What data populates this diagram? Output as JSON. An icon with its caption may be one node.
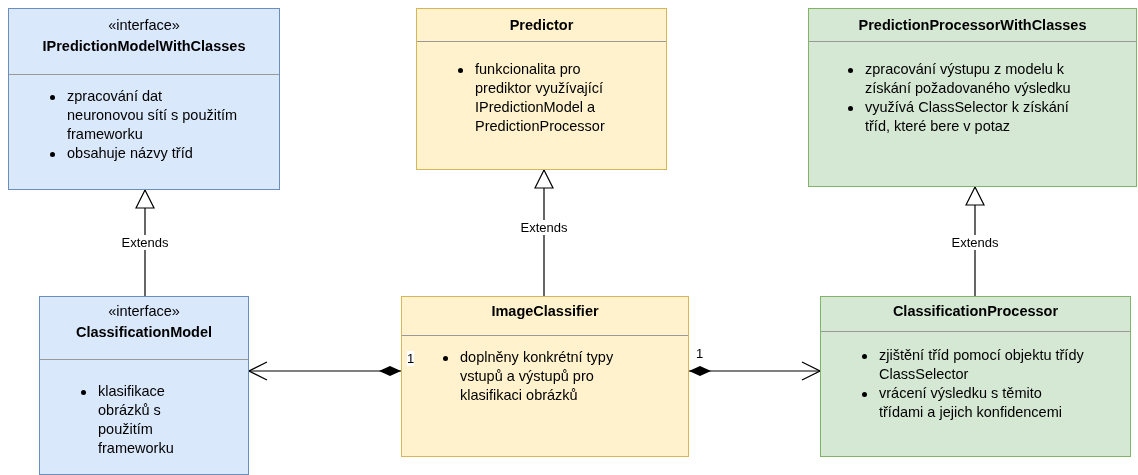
{
  "diagram": {
    "nodes": [
      {
        "text": [
          "«interface»",
          "IPredictionModelWithClasses",
          "zpracování dat neuronovou sítí s použitím frameworku",
          "obsahuje názvy tříd"
        ]
      },
      {
        "text": [
          "Predictor",
          "funkcionalita pro prediktor využívající IPredictionModel a PredictionProcessor"
        ]
      },
      {
        "text": [
          "PredictionProcessorWithClasses",
          "zpracování výstupu z modelu k získání požadovaného výsledku",
          "využívá ClassSelector k získání tříd, které bere v potaz"
        ]
      },
      {
        "text": [
          "«interface»",
          "ClassificationModel",
          "klasifikace obrázků s použitím frameworku"
        ]
      },
      {
        "text": [
          "ImageClassifier",
          "doplněny konkrétní typy vstupů a výstupů pro klasifikaci obrázků"
        ]
      },
      {
        "text": [
          "ClassificationProcessor",
          "zjištění tříd pomocí objektu třídy ClassSelector",
          "vrácení výsledku s těmito třídami a jejich konfidencemi"
        ]
      }
    ],
    "edges": [
      {
        "from": 3,
        "to": 0,
        "arrow": "to",
        "label": "Extends"
      },
      {
        "from": 4,
        "to": 1,
        "arrow": "to",
        "label": "Extends"
      },
      {
        "from": 5,
        "to": 2,
        "arrow": "to",
        "label": "Extends"
      },
      {
        "from": 4,
        "to": 3,
        "arrow": "to",
        "label": "1"
      },
      {
        "from": 4,
        "to": 5,
        "arrow": "to",
        "label": "1"
      }
    ]
  }
}
